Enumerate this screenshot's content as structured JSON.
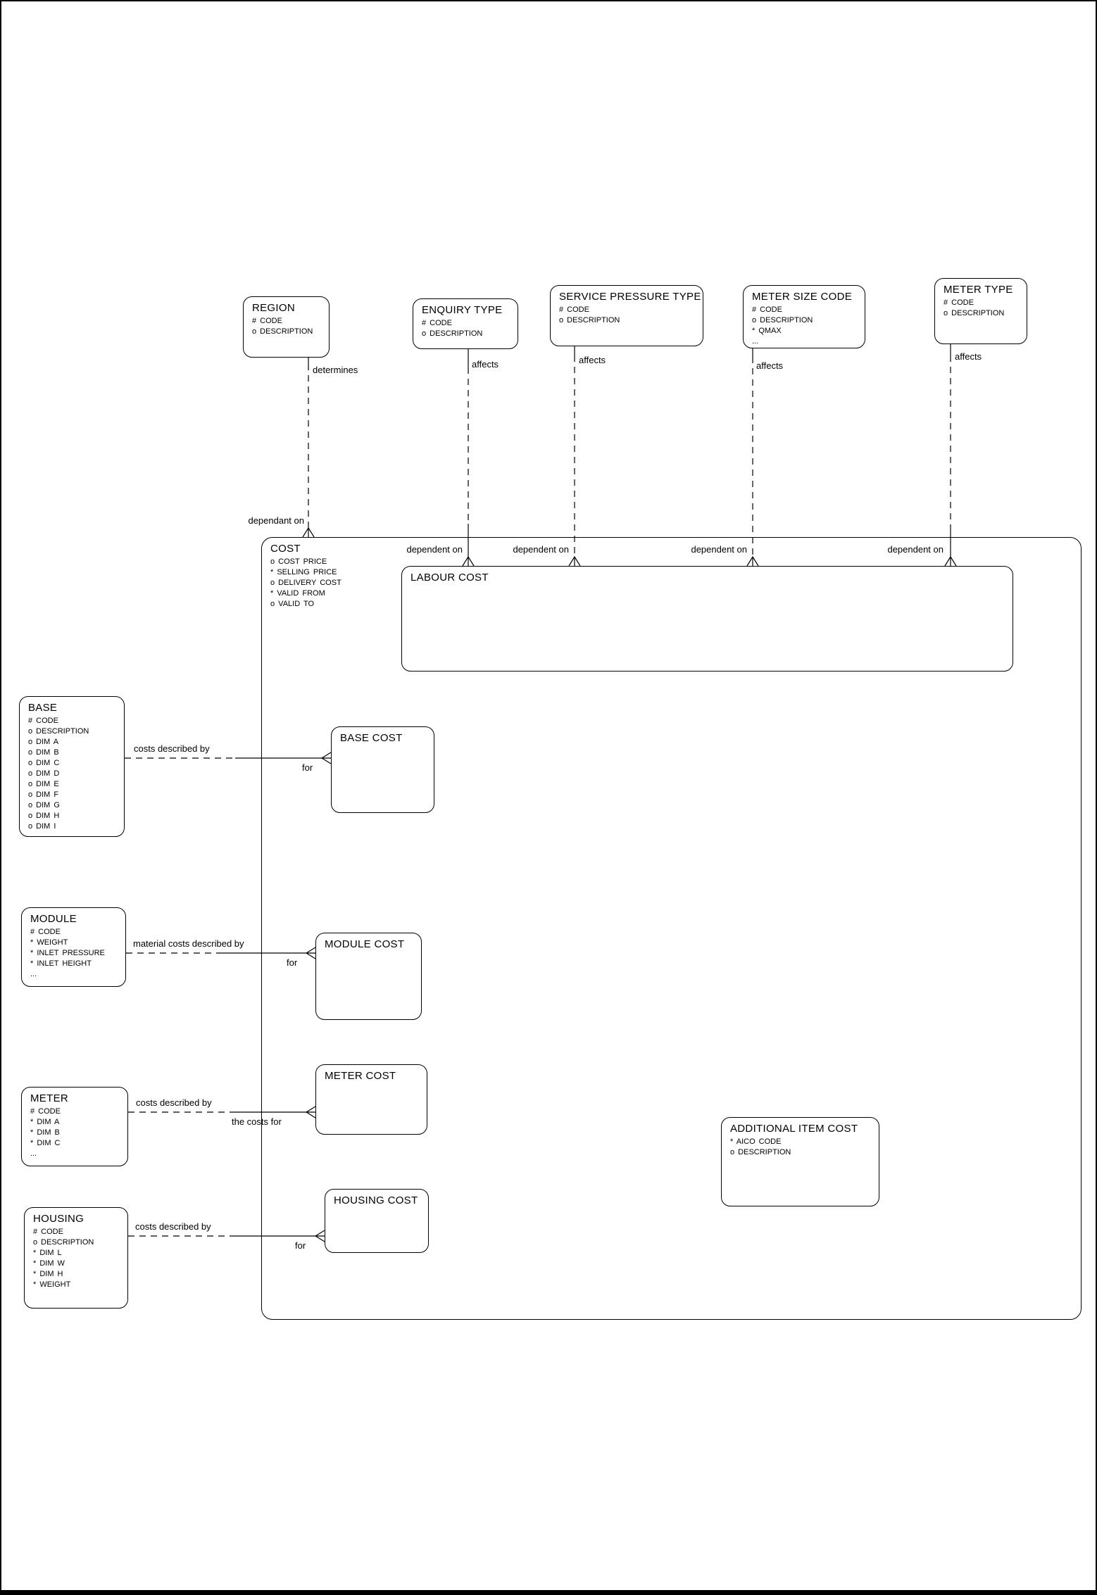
{
  "diagram": {
    "type": "entity-relationship-diagram",
    "background": "#ffffff",
    "line_color": "#000000"
  },
  "entities": {
    "region": {
      "title": "REGION",
      "attributes": [
        "# CODE",
        "o DESCRIPTION"
      ]
    },
    "enquiry_type": {
      "title": "ENQUIRY TYPE",
      "attributes": [
        "# CODE",
        "o DESCRIPTION"
      ]
    },
    "service_pressure_type": {
      "title": "SERVICE PRESSURE TYPE",
      "attributes": [
        "# CODE",
        "o DESCRIPTION"
      ]
    },
    "meter_size_code": {
      "title": "METER SIZE CODE",
      "attributes": [
        "# CODE",
        "o DESCRIPTION",
        "* QMAX",
        "..."
      ]
    },
    "meter_type": {
      "title": "METER TYPE",
      "attributes": [
        "# CODE",
        "o DESCRIPTION"
      ]
    },
    "cost": {
      "title": "COST",
      "attributes": [
        "o COST PRICE",
        "* SELLING PRICE",
        "o DELIVERY COST",
        "* VALID FROM",
        "o VALID TO"
      ]
    },
    "labour_cost": {
      "title": "LABOUR COST",
      "attributes": []
    },
    "base": {
      "title": "BASE",
      "attributes": [
        "# CODE",
        "o DESCRIPTION",
        "o DIM A",
        "o DIM B",
        "o DIM C",
        "o DIM D",
        "o DIM E",
        "o DIM F",
        "o DIM G",
        "o DIM H",
        "o DIM I"
      ]
    },
    "base_cost": {
      "title": "BASE COST",
      "attributes": []
    },
    "module": {
      "title": "MODULE",
      "attributes": [
        "# CODE",
        "* WEIGHT",
        "* INLET PRESSURE",
        "* INLET HEIGHT",
        "..."
      ]
    },
    "module_cost": {
      "title": "MODULE COST",
      "attributes": []
    },
    "meter": {
      "title": "METER",
      "attributes": [
        "# CODE",
        "* DIM A",
        "* DIM B",
        "* DIM C",
        "..."
      ]
    },
    "meter_cost": {
      "title": "METER COST",
      "attributes": []
    },
    "housing": {
      "title": "HOUSING",
      "attributes": [
        "# CODE",
        "o DESCRIPTION",
        "* DIM L",
        "* DIM W",
        "* DIM H",
        "* WEIGHT"
      ]
    },
    "housing_cost": {
      "title": "HOUSING COST",
      "attributes": []
    },
    "additional_item_cost": {
      "title": "ADDITIONAL ITEM COST",
      "attributes": [
        "* AICO CODE",
        "o DESCRIPTION"
      ]
    }
  },
  "connectors": {
    "region_cost": {
      "near": "determines",
      "far": "dependant on"
    },
    "enquiry_labour": {
      "near": "affects",
      "far": "dependent on"
    },
    "service_labour": {
      "near": "affects",
      "far": "dependent on"
    },
    "metersize_labour": {
      "near": "affects",
      "far": "dependent on"
    },
    "metertype_labour": {
      "near": "affects",
      "far": "dependent on"
    },
    "base_basecost": {
      "near": "costs described by",
      "far": "for"
    },
    "module_modulecost": {
      "near": "material costs described by",
      "far": "for"
    },
    "meter_metercost": {
      "near": "costs described by",
      "far": "the costs for"
    },
    "housing_housingcost": {
      "near": "costs described by",
      "far": "for"
    }
  }
}
